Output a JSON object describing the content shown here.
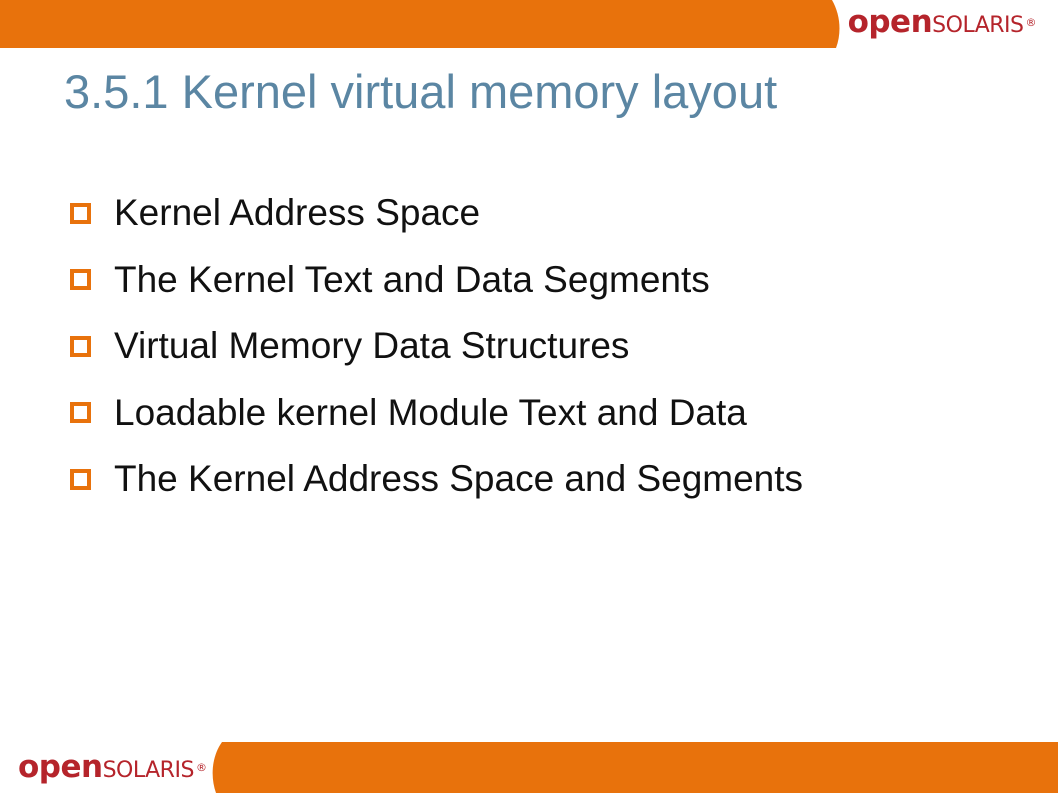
{
  "slide": {
    "title": "3.5.1 Kernel virtual memory layout",
    "bullets": [
      "Kernel Address Space",
      "The Kernel Text and Data Segments",
      "Virtual Memory Data Structures",
      "Loadable kernel Module Text and Data",
      "The Kernel Address Space and Segments"
    ]
  },
  "logo": {
    "part1": "open",
    "part2": "solaris",
    "reg": "®"
  },
  "colors": {
    "banner": "#e8720c",
    "title": "#5b86a3",
    "bullet": "#e8720c",
    "logo": "#b5242b"
  },
  "icons": {
    "bullet": "hollow-square-bullet-icon"
  }
}
